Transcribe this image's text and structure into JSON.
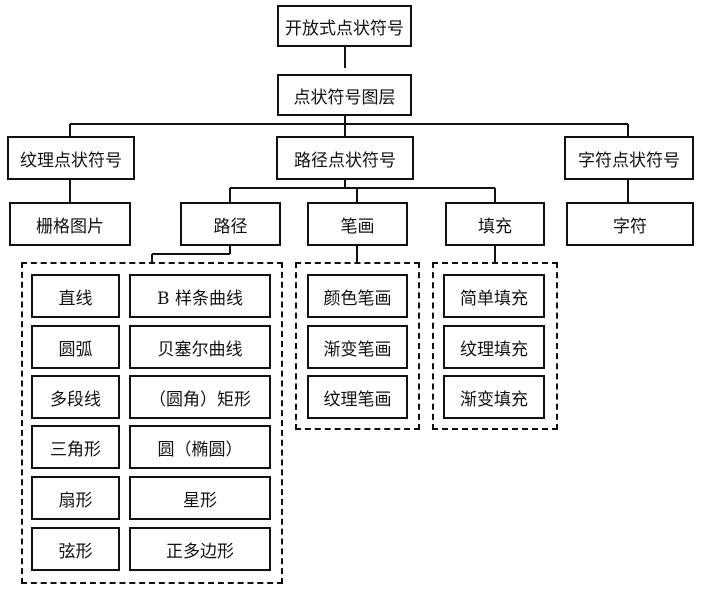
{
  "root": "开放式点状符号",
  "layer": "点状符号图层",
  "categories": {
    "texture": "纹理点状符号",
    "path": "路径点状符号",
    "char": "字符点状符号"
  },
  "texture_child": "栅格图片",
  "char_child": "字符",
  "path_children": {
    "path": "路径",
    "stroke": "笔画",
    "fill": "填充"
  },
  "path_items": {
    "left": [
      "直线",
      "圆弧",
      "多段线",
      "三角形",
      "扇形",
      "弦形"
    ],
    "right": [
      "B 样条曲线",
      "贝塞尔曲线",
      "（圆角）矩形",
      "圆（椭圆）",
      "星形",
      "正多边形"
    ]
  },
  "stroke_items": [
    "颜色笔画",
    "渐变笔画",
    "纹理笔画"
  ],
  "fill_items": [
    "简单填充",
    "纹理填充",
    "渐变填充"
  ]
}
